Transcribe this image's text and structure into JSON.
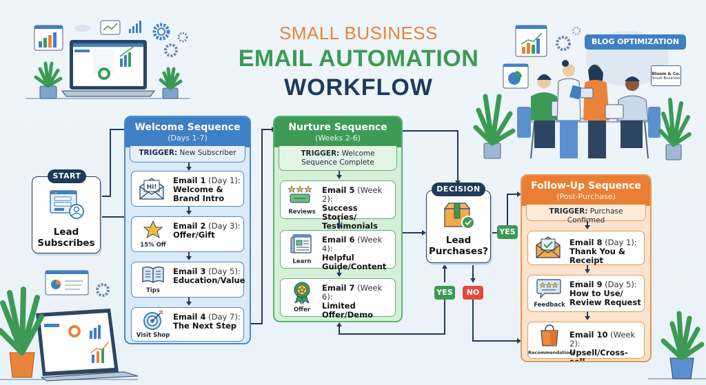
{
  "title": {
    "line1": "SMALL BUSINESS",
    "line2": "EMAIL AUTOMATION",
    "line3": "WORKFLOW"
  },
  "colors": {
    "orange": "#e8843a",
    "green": "#3c9a55",
    "navy": "#1f3a5a",
    "blue": "#3f7fc4",
    "red": "#e24b3b"
  },
  "start": {
    "pill": "START",
    "label_line1": "Lead",
    "label_line2": "Subscribes",
    "icon": "signup-form-user-icon"
  },
  "welcome": {
    "title": "Welcome Sequence",
    "subtitle": "(Days 1-7)",
    "trigger_label": "TRIGGER:",
    "trigger_value": "New Subscriber",
    "emails": [
      {
        "name": "Email 1",
        "timing": "(Day 1):",
        "subject": "Welcome & Brand Intro",
        "icon": "hi-envelope-icon",
        "icon_label": ""
      },
      {
        "name": "Email 2",
        "timing": "(Day 3):",
        "subject": "Offer/Gift",
        "icon": "star-icon",
        "icon_label": "15% Off"
      },
      {
        "name": "Email 3",
        "timing": "(Day 5):",
        "subject": "Education/Value",
        "icon": "book-icon",
        "icon_label": "Tips"
      },
      {
        "name": "Email 4",
        "timing": "(Day 7):",
        "subject": "The Next Step",
        "icon": "target-icon",
        "icon_label": "Visit Shop"
      }
    ]
  },
  "nurture": {
    "title": "Nurture Sequence",
    "subtitle": "(Weeks 2-6)",
    "trigger_label": "TRIGGER:",
    "trigger_value": "Welcome Sequence Complete",
    "emails": [
      {
        "name": "Email 5",
        "timing": "(Week 2):",
        "subject": "Success Stories/ Testimonials",
        "icon": "review-stars-icon",
        "icon_label": "Reviews"
      },
      {
        "name": "Email 6",
        "timing": "(Week 4):",
        "subject": "Helpful Guide/Content",
        "icon": "newsletter-icon",
        "icon_label": "Learn"
      },
      {
        "name": "Email 7",
        "timing": "(Week 6):",
        "subject": "Limited Offer/Demo",
        "icon": "award-ribbon-icon",
        "icon_label": "Offer"
      }
    ]
  },
  "decision": {
    "pill": "DECISION",
    "label_line1": "Lead",
    "label_line2": "Purchases?",
    "icon": "box-check-icon",
    "yes_right": "YES",
    "yes_down": "YES",
    "no_down": "NO"
  },
  "followup": {
    "title": "Follow-Up Sequence",
    "subtitle": "(Post-Purchase)",
    "trigger_label": "TRIGGER:",
    "trigger_value": "Purchase Confirmed",
    "emails": [
      {
        "name": "Email 8",
        "timing": "(Day 1):",
        "subject": "Thank You & Receipt",
        "icon": "envelope-check-icon",
        "icon_label": ""
      },
      {
        "name": "Email 9",
        "timing": "(Day 5):",
        "subject": "How to Use/ Review Request",
        "icon": "feedback-bubble-icon",
        "icon_label": "Feedback"
      },
      {
        "name": "Email 10",
        "timing": "(Week 2):",
        "subject": "Upsell/Cross-sell",
        "icon": "shopping-bag-icon",
        "icon_label": "Recommendations"
      }
    ]
  },
  "illustration": {
    "blog_label": "BLOG OPTIMIZATION",
    "bloom_name": "Bloom & Co.",
    "bloom_sub": "Small Business"
  }
}
